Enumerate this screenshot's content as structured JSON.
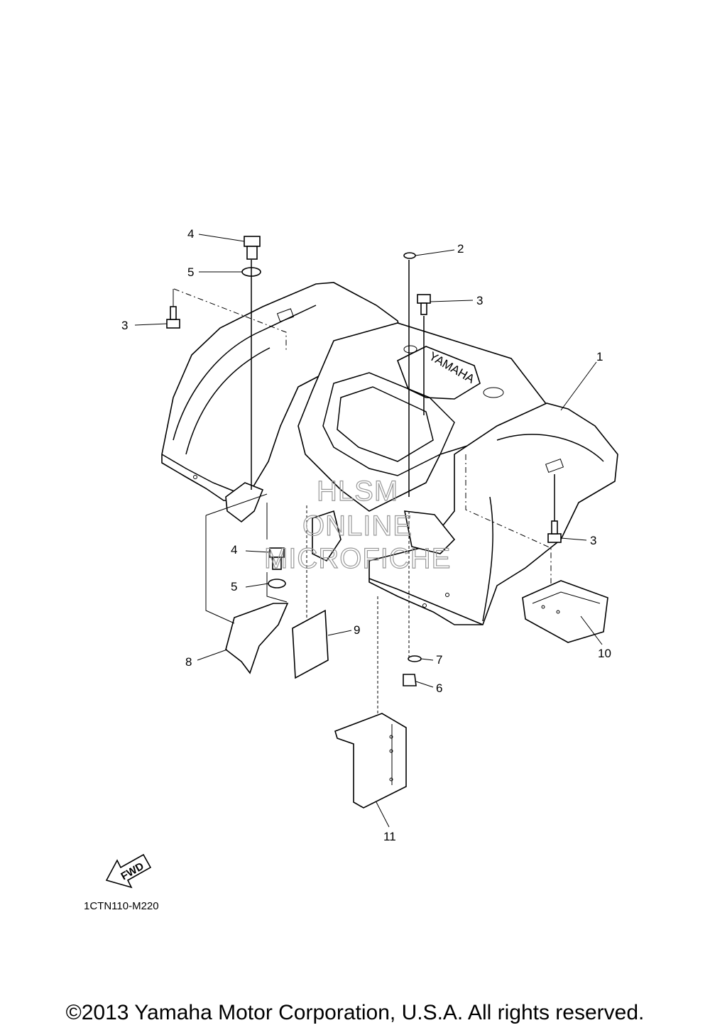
{
  "diagram": {
    "callouts": [
      "1",
      "2",
      "3",
      "3",
      "3",
      "4",
      "4",
      "5",
      "5",
      "6",
      "7",
      "8",
      "9",
      "10",
      "11"
    ],
    "fwd_label": "FWD",
    "brand_mark": "YAMAHA",
    "watermark": [
      "HLSM",
      "ONLINE",
      "MICROFICHE"
    ],
    "drawing_code": "1CTN110-M220"
  },
  "footer": {
    "copyright": "©2013 Yamaha Motor Corporation, U.S.A. All rights reserved."
  }
}
